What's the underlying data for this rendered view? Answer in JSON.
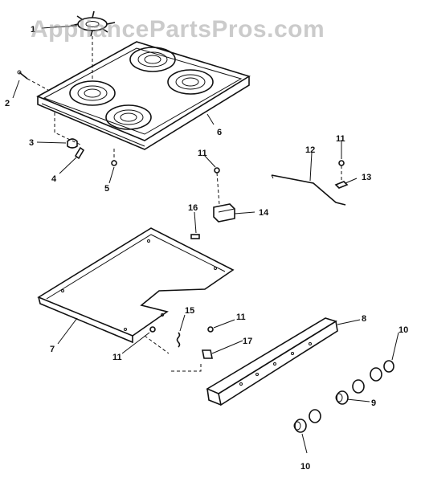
{
  "watermark": "AppliancePartsPros.com",
  "labels": {
    "p1": "1",
    "p2": "2",
    "p3": "3",
    "p4": "4",
    "p5": "5",
    "p6": "6",
    "p7": "7",
    "p8": "8",
    "p9": "9",
    "p10a": "10",
    "p10b": "10",
    "p11a": "11",
    "p11b": "11",
    "p11c": "11",
    "p11d": "11",
    "p12": "12",
    "p13": "13",
    "p14": "14",
    "p15": "15",
    "p16": "16",
    "p17": "17"
  },
  "icons": {
    "cooktop": "cooktop-icon",
    "grate": "burner-grate-icon",
    "bottom_panel": "bottom-panel-icon",
    "control_panel": "control-panel-icon",
    "knob": "knob-icon"
  }
}
